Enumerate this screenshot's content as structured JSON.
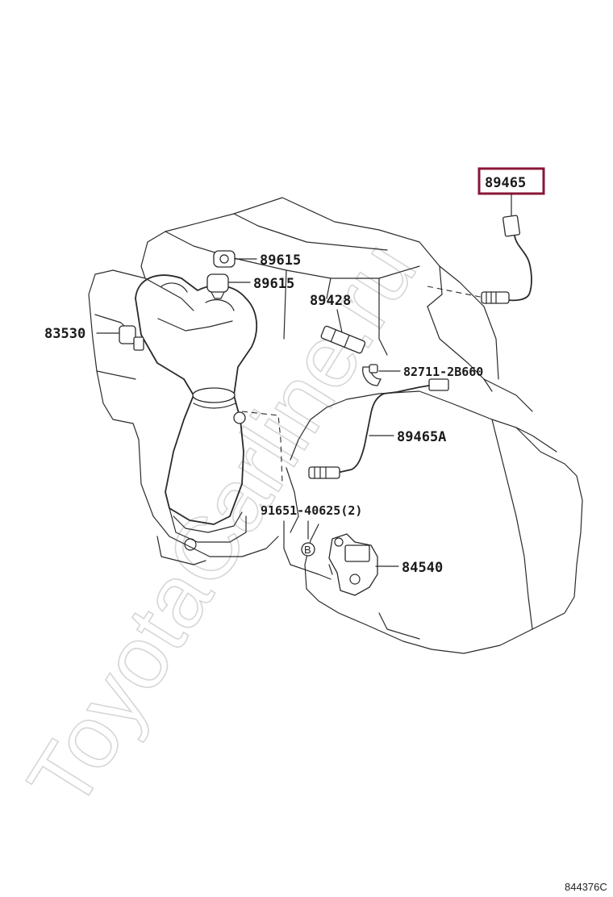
{
  "watermark": "ToyotaCarline.ru",
  "highlight_color": "#8a1538",
  "parts": {
    "o2_sensor_upper": "89465",
    "knock_sensor_a": "89615",
    "knock_sensor_b": "89615",
    "coolant_temp_sensor": "83530",
    "cam_sensor": "89428",
    "clamp": "82711-2B660",
    "o2_sensor_lower": "89465A",
    "bolt": "91651-40625(2)",
    "bolt_marker": "B",
    "neutral_switch": "84540"
  },
  "figure_ref": "844376C"
}
